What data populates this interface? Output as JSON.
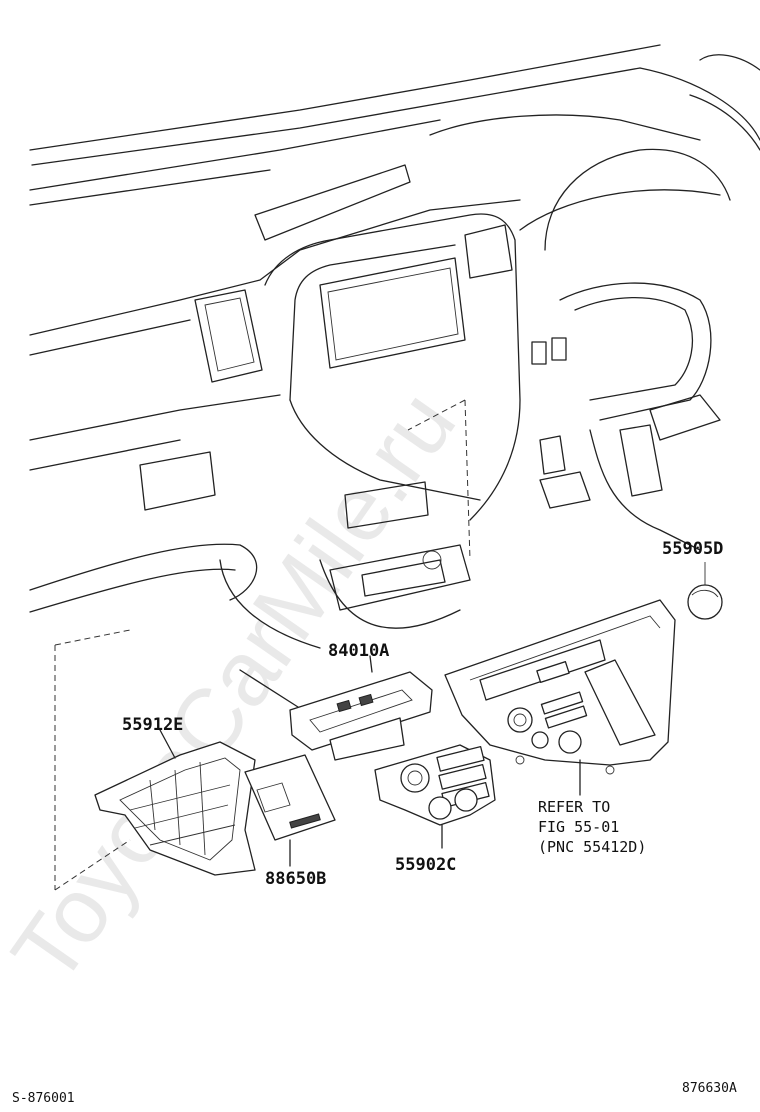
{
  "watermark": "ToyotaCarMile.ru",
  "labels": {
    "p1": "55905D",
    "p2": "84010A",
    "p3": "55912E",
    "p4": "88650B",
    "p5": "55902C"
  },
  "refer": {
    "line1": "REFER TO",
    "line2": "FIG 55-01",
    "line3": "(PNC 55412D)"
  },
  "footer": {
    "left": "S-876001",
    "right": "876630A"
  }
}
